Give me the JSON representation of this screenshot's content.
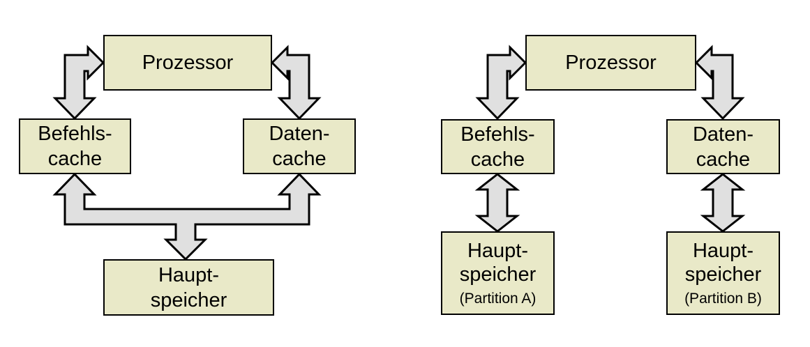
{
  "colors": {
    "box_fill": "#e9e9c8",
    "box_border": "#000000",
    "arrow_fill": "#e0e0e0",
    "arrow_border": "#000000",
    "background": "#ffffff",
    "text_color": "#000000"
  },
  "diagram_left": {
    "processor": {
      "label": "Prozessor"
    },
    "instruction_cache": {
      "line1": "Befehls-",
      "line2": "cache"
    },
    "data_cache": {
      "line1": "Daten-",
      "line2": "cache"
    },
    "main_memory": {
      "line1": "Haupt-",
      "line2": "speicher"
    }
  },
  "diagram_right": {
    "processor": {
      "label": "Prozessor"
    },
    "instruction_cache": {
      "line1": "Befehls-",
      "line2": "cache"
    },
    "data_cache": {
      "line1": "Daten-",
      "line2": "cache"
    },
    "main_memory_a": {
      "line1": "Haupt-",
      "line2": "speicher",
      "note": "(Partition A)"
    },
    "main_memory_b": {
      "line1": "Haupt-",
      "line2": "speicher",
      "note": "(Partition B)"
    }
  }
}
